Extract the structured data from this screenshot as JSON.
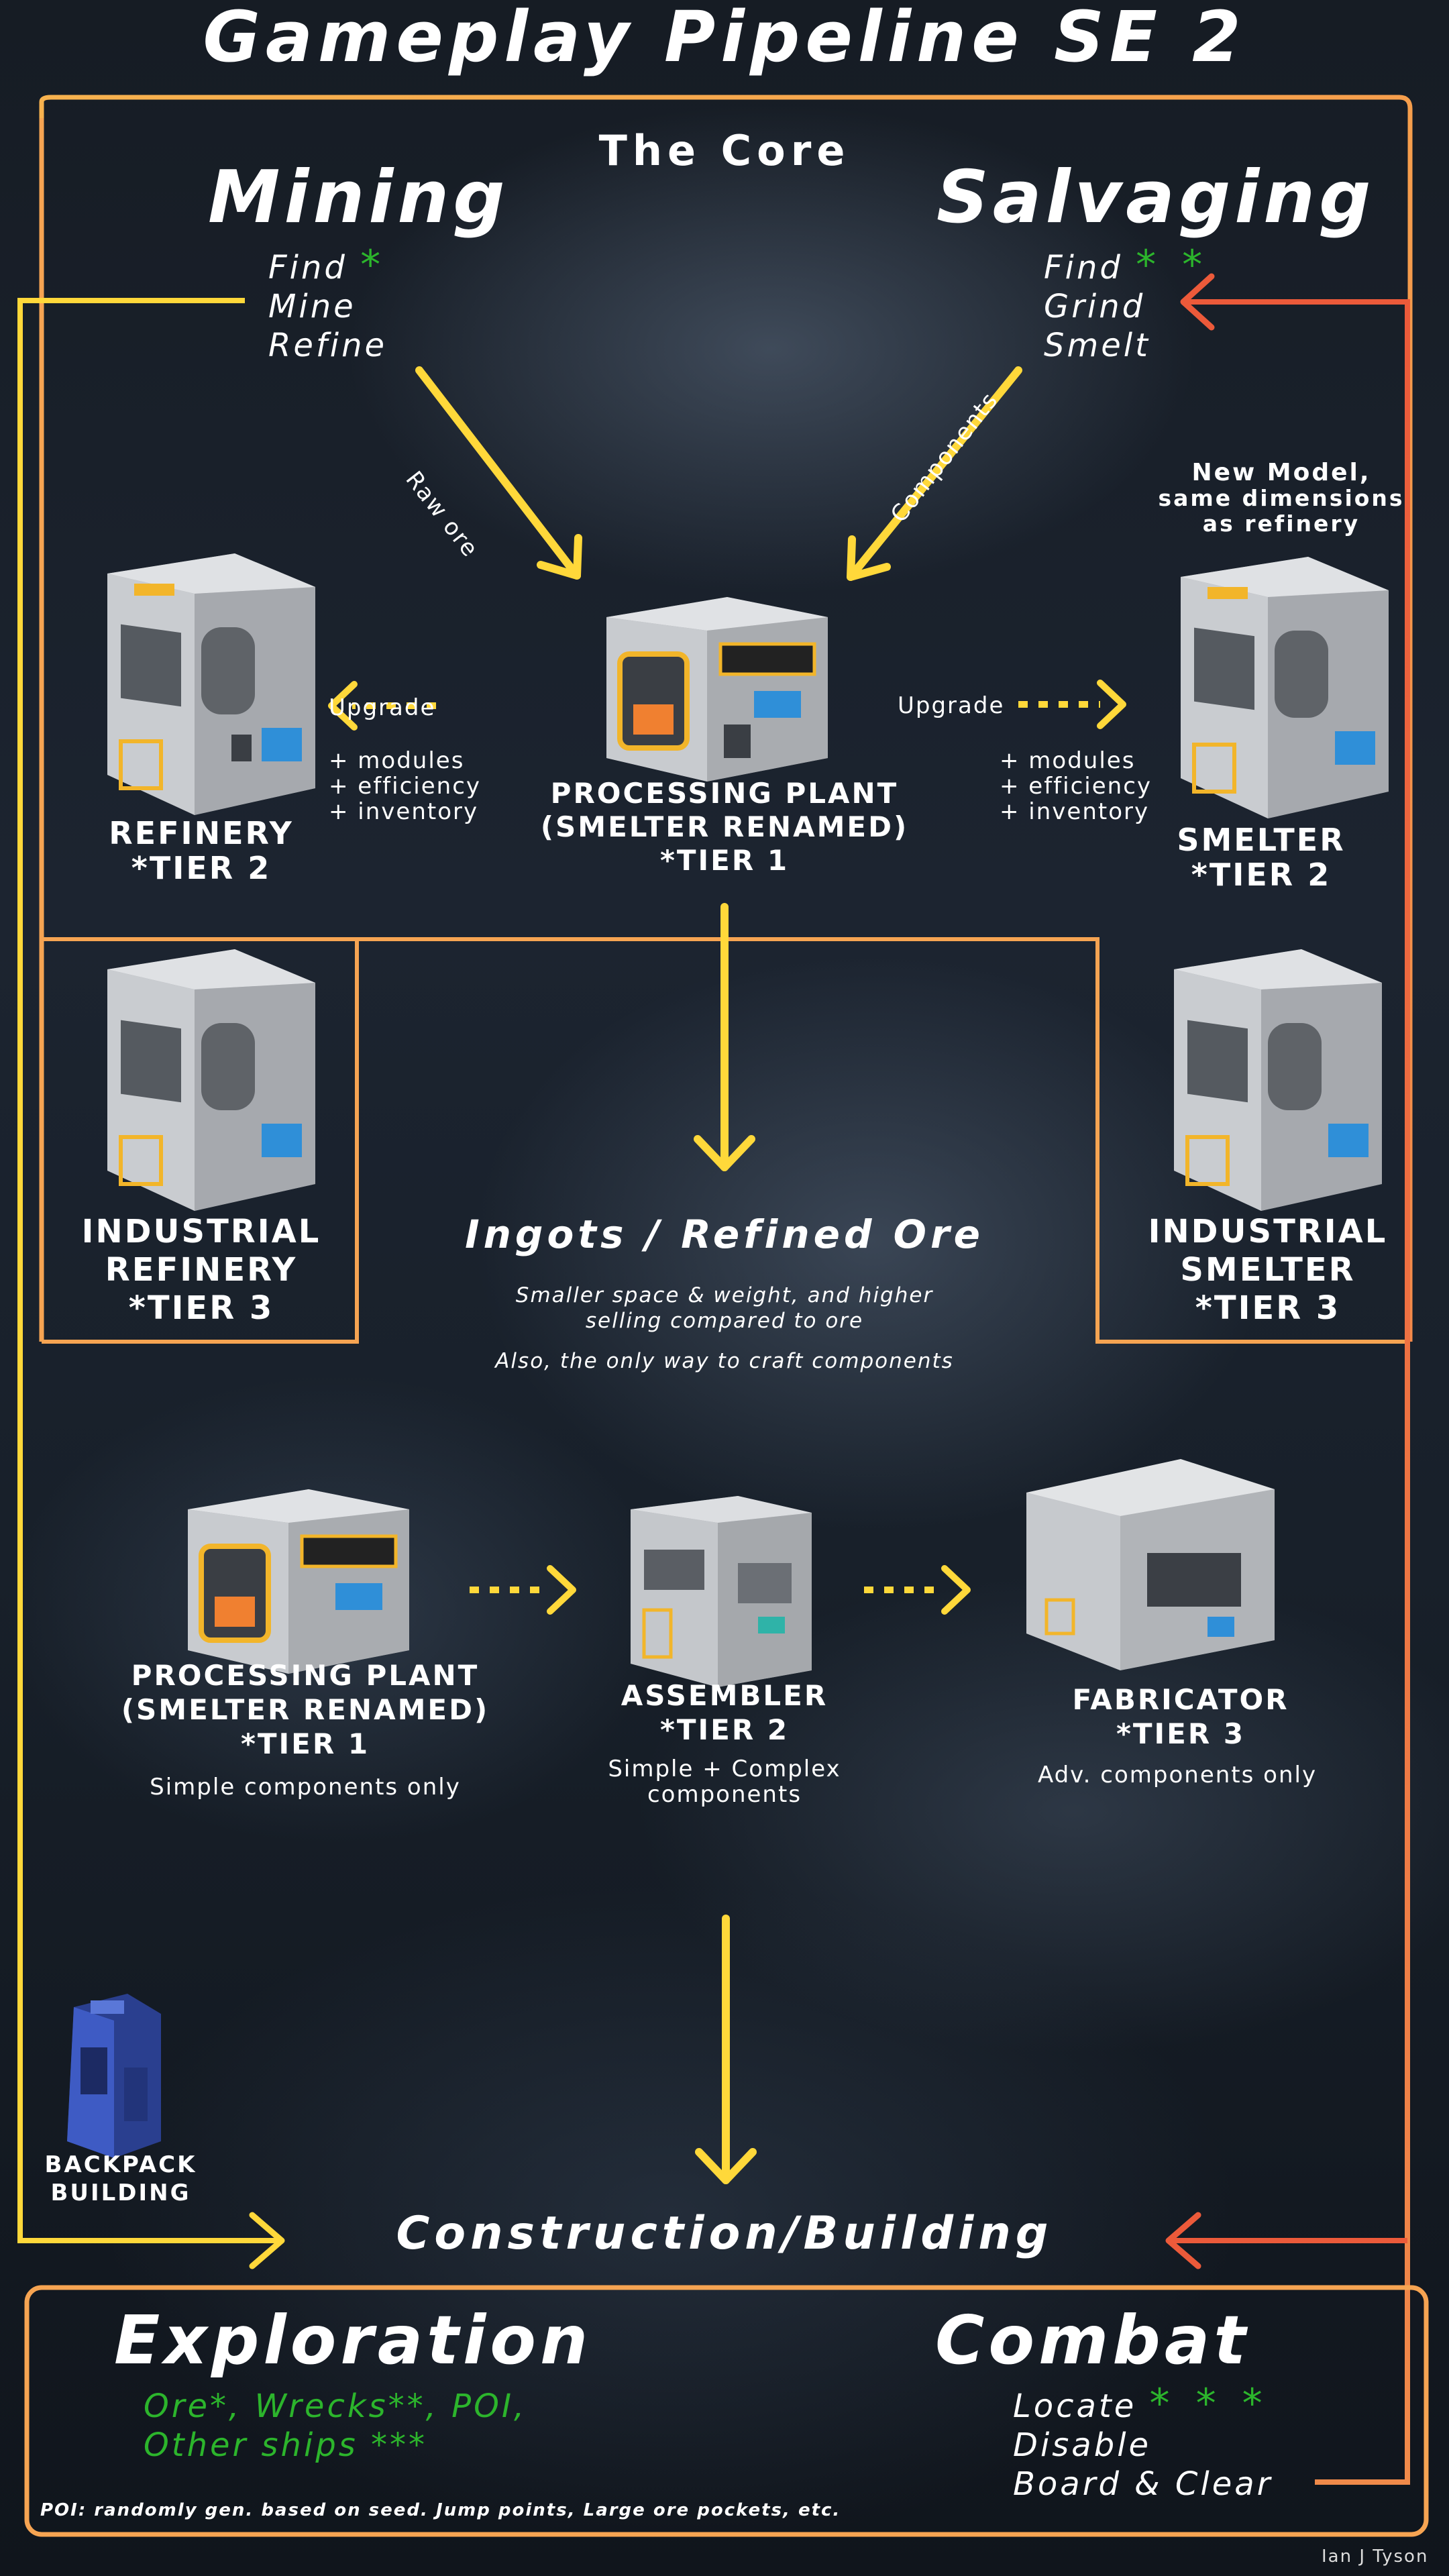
{
  "title": "Gameplay Pipeline SE 2",
  "core": "The Core",
  "mining": {
    "heading": "Mining",
    "steps": [
      "Find",
      "Mine",
      "Refine"
    ],
    "find_star": "*"
  },
  "salvaging": {
    "heading": "Salvaging",
    "steps": [
      "Find",
      "Grind",
      "Smelt"
    ],
    "find_star": "* *"
  },
  "arrow_labels": {
    "raw_ore": "Raw ore",
    "components": "Components",
    "upgrade_left": "Upgrade",
    "upgrade_right": "Upgrade"
  },
  "new_model_note": [
    "New Model,",
    "same dimensions",
    "as refinery"
  ],
  "bonuses_left": [
    "+ modules",
    "+ efficiency",
    "+ inventory"
  ],
  "bonuses_right": [
    "+ modules",
    "+ efficiency",
    "+ inventory"
  ],
  "refinery_t2": [
    "REFINERY",
    "*TIER 2"
  ],
  "processing_top": [
    "PROCESSING PLANT",
    "(SMELTER RENAMED)",
    "*TIER 1"
  ],
  "smelter_t2": [
    "SMELTER",
    "*TIER 2"
  ],
  "industrial_refinery": [
    "INDUSTRIAL",
    "REFINERY",
    "*TIER 3"
  ],
  "industrial_smelter": [
    "INDUSTRIAL",
    "SMELTER",
    "*TIER 3"
  ],
  "ingots": {
    "heading": "Ingots / Refined Ore",
    "line1": "Smaller space & weight, and higher",
    "line2": "selling compared to ore",
    "line3": "Also, the only way to craft components"
  },
  "processing_bottom": {
    "lines": [
      "PROCESSING PLANT",
      "(SMELTER RENAMED)",
      "*TIER 1"
    ],
    "note": "Simple components only"
  },
  "assembler": {
    "lines": [
      "ASSEMBLER",
      "*TIER 2"
    ],
    "note1": "Simple + Complex",
    "note2": "components"
  },
  "fabricator": {
    "lines": [
      "FABRICATOR",
      "*TIER 3"
    ],
    "note": "Adv. components only"
  },
  "backpack": [
    "BACKPACK",
    "BUILDING"
  ],
  "construction": "Construction/Building",
  "exploration": {
    "heading": "Exploration",
    "line1": "Ore*, Wrecks**, POI,",
    "line2": "Other ships ***"
  },
  "combat": {
    "heading": "Combat",
    "steps": [
      "Locate",
      "Disable",
      "Board & Clear"
    ],
    "locate_star": "* * *"
  },
  "poi_note": "POI: randomly gen. based on seed. Jump points, Large ore pockets, etc.",
  "credit": "Ian J Tyson",
  "colors": {
    "yellow": "#ffd83a",
    "orange": "#f6a452",
    "red": "#f0643c",
    "green": "#2cb52c"
  }
}
